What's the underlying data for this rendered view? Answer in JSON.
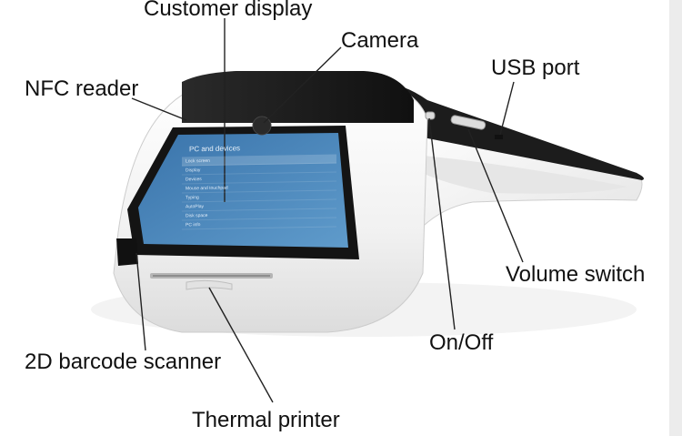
{
  "labels": {
    "customer_display": "Customer display",
    "camera": "Camera",
    "nfc_reader": "NFC reader",
    "usb_port": "USB port",
    "volume_switch": "Volume switch",
    "on_off": "On/Off",
    "barcode_scanner": "2D barcode scanner",
    "thermal_printer": "Thermal printer"
  },
  "screen": {
    "header": "PC and devices",
    "menu_items": [
      "Lock screen",
      "Display",
      "Devices",
      "Mouse and touchpad",
      "Typing",
      "AutoPlay",
      "Disk space",
      "PC info"
    ]
  },
  "colors": {
    "device_body": "#f2f2f2",
    "screen_bezel": "#1a1a1a",
    "screen_bg": "#4a84b8",
    "callout_text": "#111111",
    "leader_line": "#222222"
  }
}
